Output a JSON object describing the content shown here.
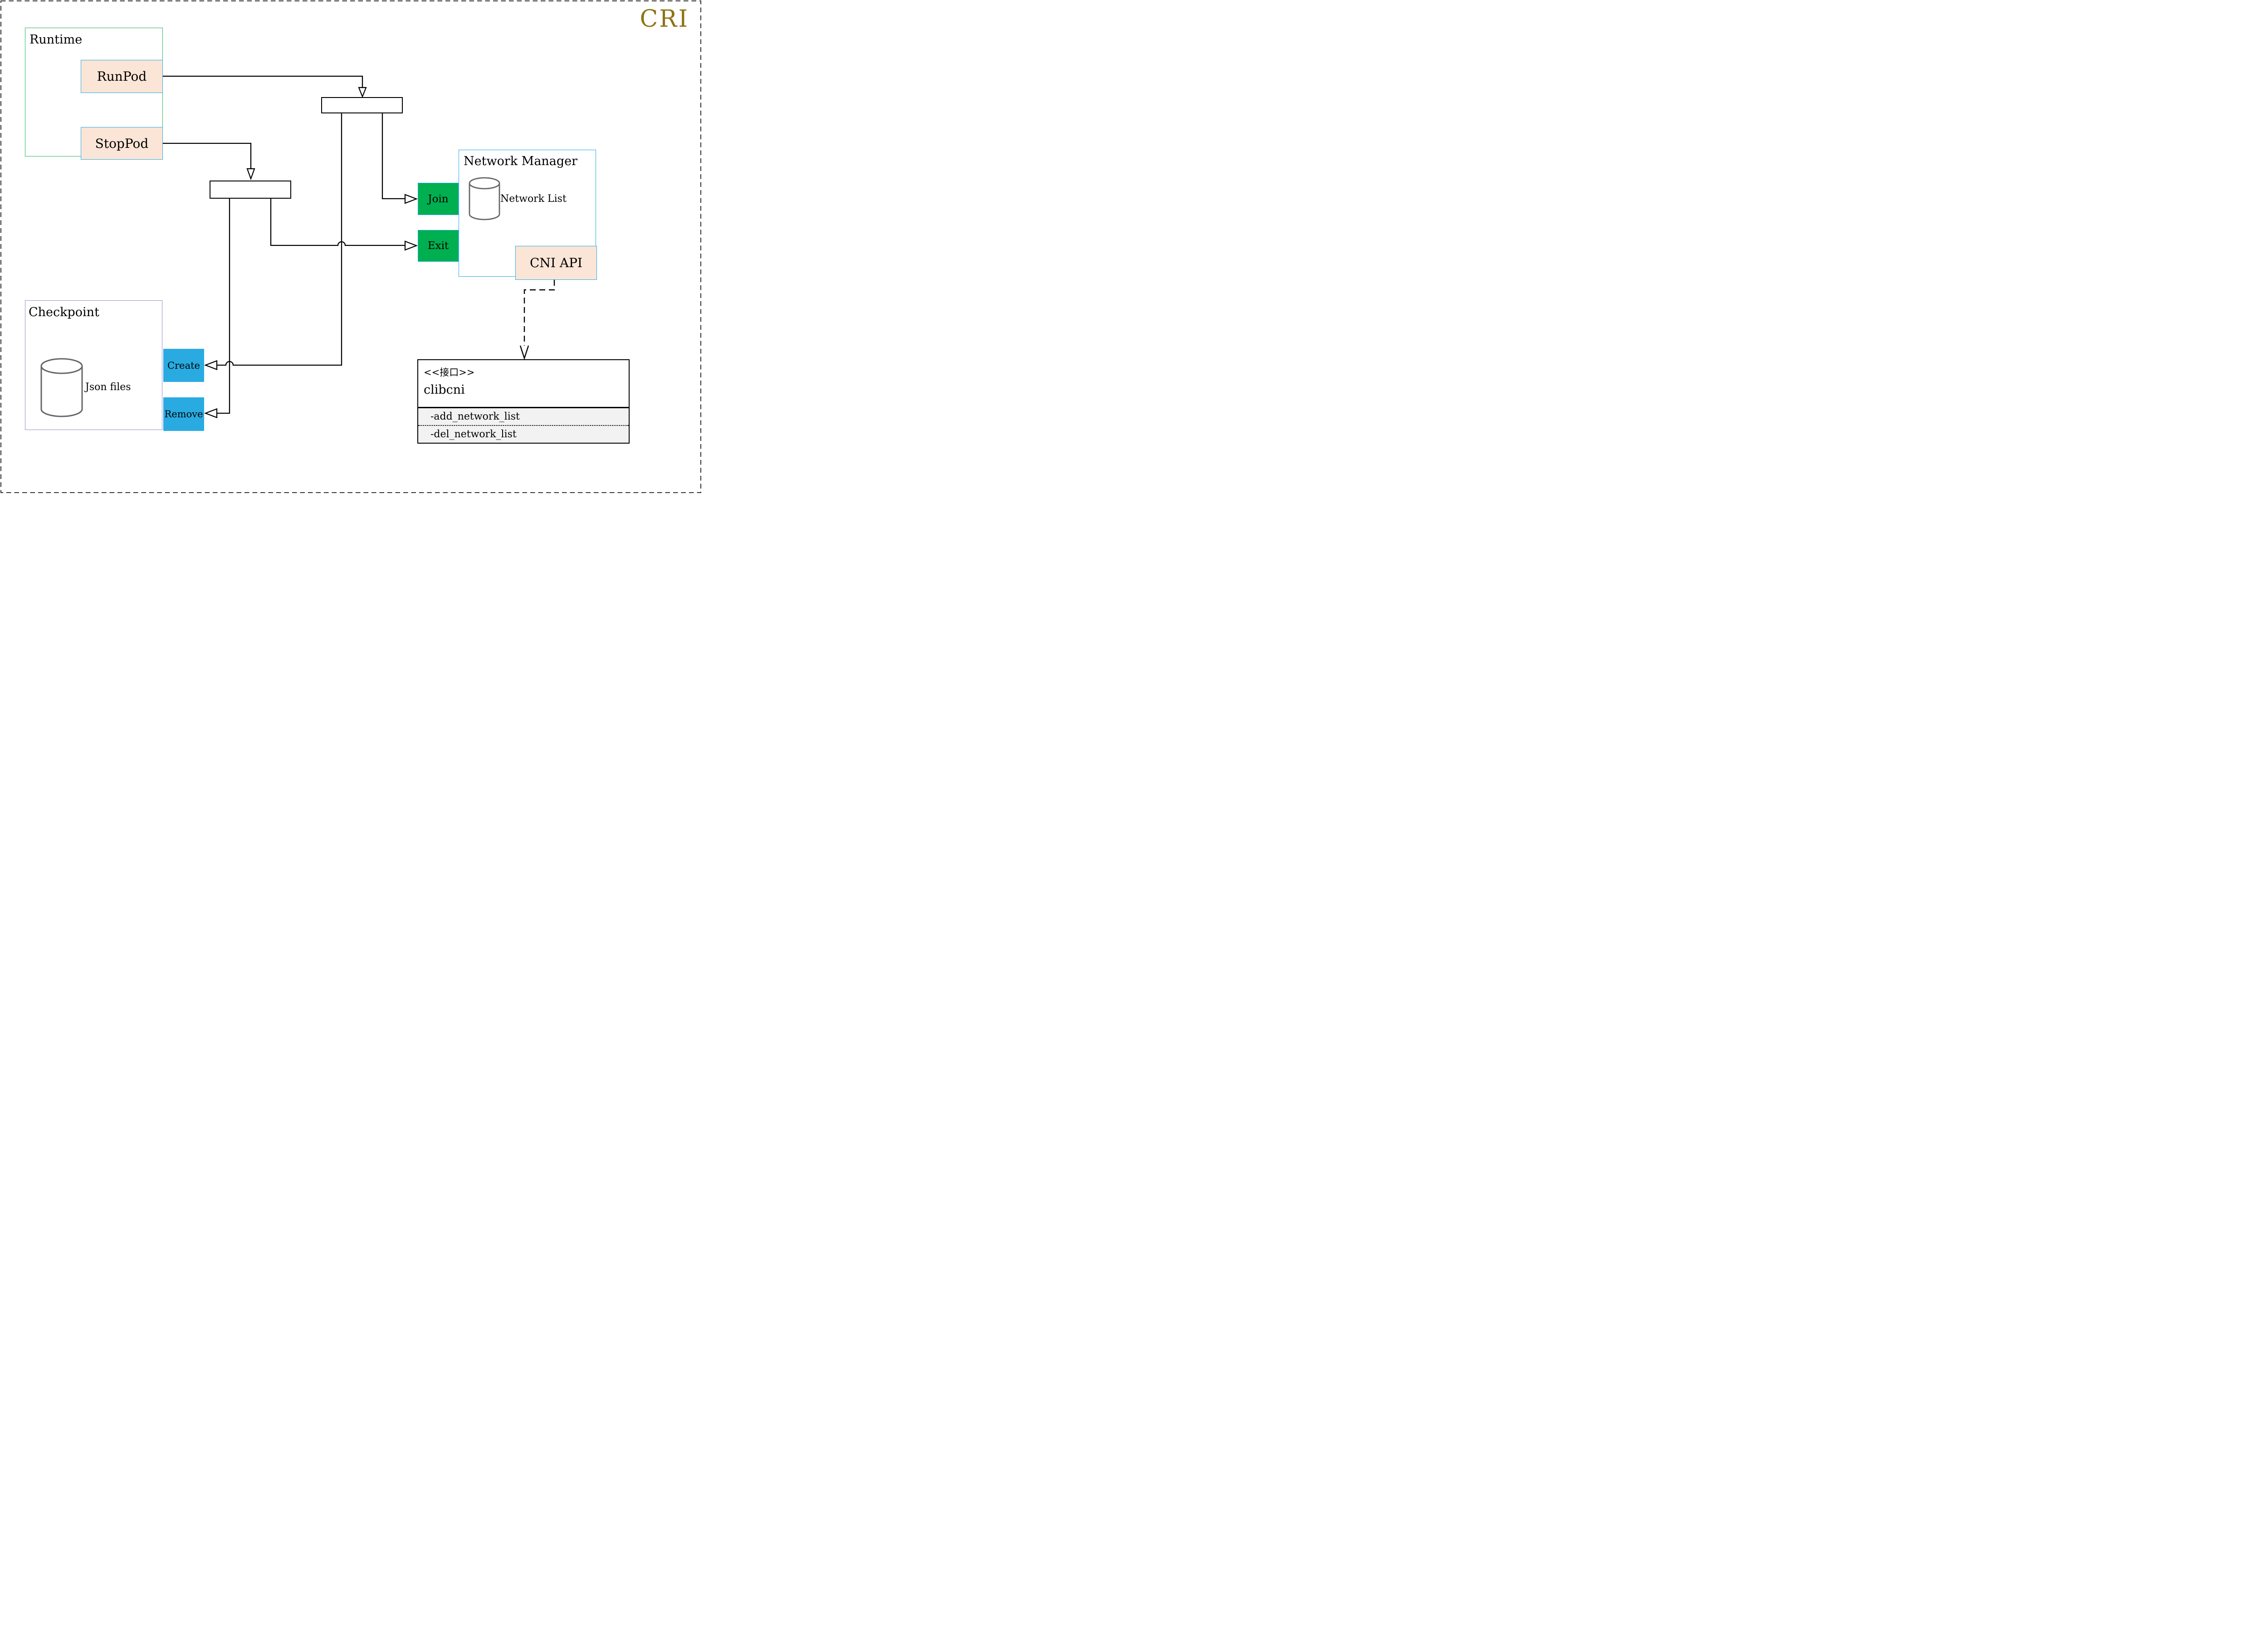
{
  "header": {
    "title": "CRI",
    "title_color": "#8e7315"
  },
  "runtime": {
    "title": "Runtime",
    "run_button": "RunPod",
    "stop_button": "StopPod"
  },
  "network_manager": {
    "title": "Network Manager",
    "database_label": "Network List",
    "join_button": "Join",
    "exit_button": "Exit",
    "cni_api_label": "CNI API"
  },
  "checkpoint": {
    "title": "Checkpoint",
    "database_label": "Json files",
    "create_button": "Create",
    "remove_button": "Remove"
  },
  "cni_interface": {
    "stereotype": "<<接口>>",
    "name": "clibcni",
    "method_add": "-add_network_list",
    "method_del": "-del_network_list"
  },
  "colors": {
    "action_green": "#00b050",
    "action_cyan": "#29abe2",
    "peach_fill": "#fbe5d6",
    "runtime_border": "#2eb45e",
    "checkpoint_border": "#9c8dc5",
    "network_manager_border": "#29abe2",
    "title_gold": "#8e7315",
    "cylinder_gray": "#666666",
    "interface_body_fill": "#f2f2f2"
  }
}
